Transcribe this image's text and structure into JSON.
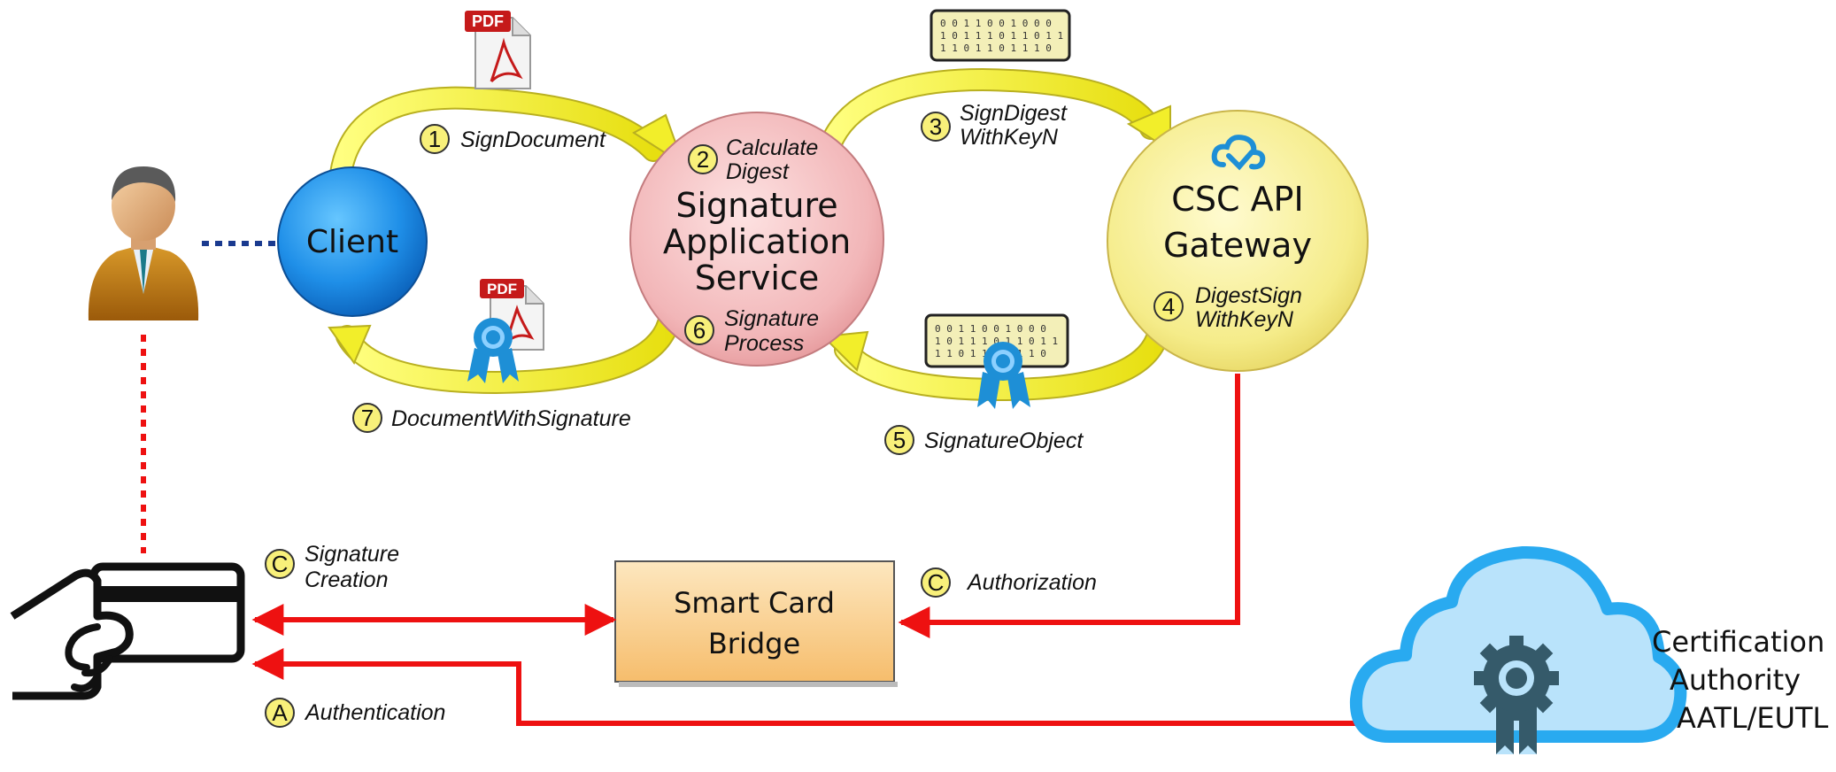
{
  "nodes": {
    "client": "Client",
    "sas": [
      "Signature",
      "Application",
      "Service"
    ],
    "gateway": [
      "CSC API",
      "Gateway"
    ],
    "bridge": [
      "Smart Card",
      "Bridge"
    ],
    "ca": [
      "Certification",
      "Authority",
      "AATL/EUTL"
    ]
  },
  "steps": [
    {
      "num": "1",
      "lines": [
        "SignDocument"
      ]
    },
    {
      "num": "2",
      "lines": [
        "Calculate",
        "Digest"
      ]
    },
    {
      "num": "3",
      "lines": [
        "SignDigest",
        "WithKeyN"
      ]
    },
    {
      "num": "4",
      "lines": [
        "DigestSign",
        "WithKeyN"
      ]
    },
    {
      "num": "5",
      "lines": [
        "SignatureObject"
      ]
    },
    {
      "num": "6",
      "lines": [
        "Signature",
        "Process"
      ]
    },
    {
      "num": "7",
      "lines": [
        "DocumentWithSignature"
      ]
    }
  ],
  "auth_steps": [
    {
      "num": "C",
      "lines": [
        "Signature",
        "Creation"
      ]
    },
    {
      "num": "C",
      "lines": [
        "Authorization"
      ]
    },
    {
      "num": "A",
      "lines": [
        "Authentication"
      ]
    }
  ],
  "badges": {
    "pdf": "PDF"
  },
  "digest_text": {
    "row1": "0 0 1 1 0 0 1 0 0 0",
    "row2": "1 0 1 1 1 0 1 1 0 1 1",
    "row3": "1 1 0 1 1 0 1 1 1 0"
  },
  "colors": {
    "client_blue": "#1f8fe8",
    "sas_pink": "#f2b6b8",
    "gateway_yellow": "#f5ec8a",
    "bridge_orange": "#f8cf8a",
    "arrow_yellow": "#f2ee2a",
    "line_red": "#ee1111",
    "dotted_blue": "#1a3a8f",
    "cloud_blue": "#29aaf0"
  },
  "icons": [
    "user-avatar-icon",
    "pdf-icon",
    "signed-pdf-icon",
    "binary-digest-icon",
    "signed-digest-icon",
    "cloud-logo-icon",
    "hand-card-icon",
    "certificate-cloud-icon"
  ]
}
